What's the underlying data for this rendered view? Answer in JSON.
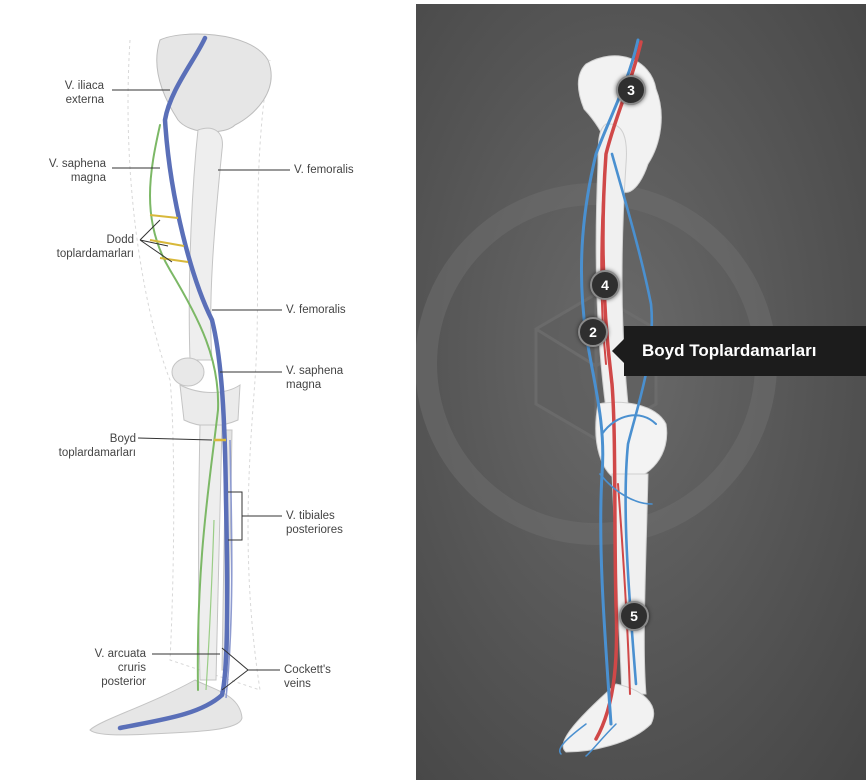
{
  "left_diagram": {
    "labels": {
      "iliaca_externa": "V. iliaca\nexterna",
      "saphena_magna_upper": "V. saphena\nmagna",
      "femoralis_upper": "V. femoralis",
      "dodd": "Dodd\ntoplardamarları",
      "femoralis_lower": "V. femoralis",
      "saphena_magna_lower": "V. saphena\nmagna",
      "boyd": "Boyd\ntoplardamarları",
      "tibiales_posteriores": "V. tibiales\nposteriores",
      "arcuata_cruris": "V. arcuata\ncruris\nposterior",
      "cocketts": "Cockett's\nveins"
    },
    "colors": {
      "bone": "#e6e6e6",
      "deep_vein": "#5a6fb8",
      "saphena_vein": "#7cb866",
      "perforator": "#d8b83a",
      "leader_line": "#333333"
    }
  },
  "viewer": {
    "markers": {
      "m3": "3",
      "m4": "4",
      "m2": "2",
      "m5": "5"
    },
    "tooltip": "Boyd Toplardamarları",
    "colors": {
      "background": "#555555",
      "vein": "#4a90d0",
      "artery": "#d04848",
      "bone": "#f2f2f2",
      "tooltip_bg": "#1c1c1c"
    }
  }
}
